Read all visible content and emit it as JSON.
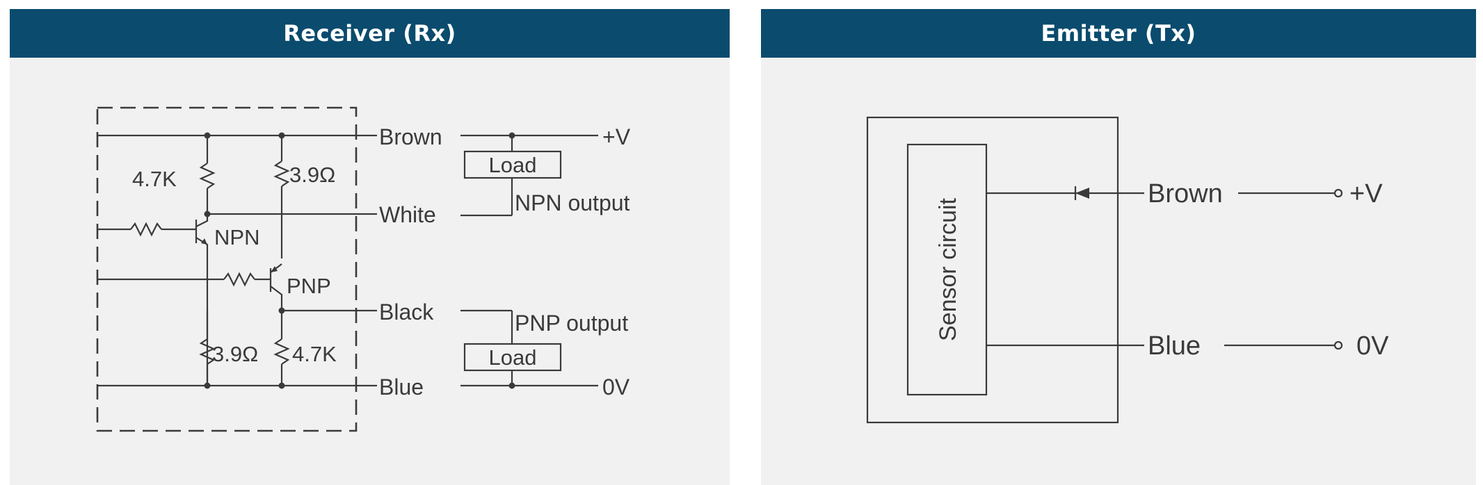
{
  "receiver": {
    "title": "Receiver (Rx)",
    "wires": {
      "brown": "Brown",
      "white": "White",
      "black": "Black",
      "blue": "Blue"
    },
    "supply": {
      "pos": "+V",
      "neg": "0V"
    },
    "components": {
      "r_npn_base": "4.7K",
      "r_npn_collector": "3.9Ω",
      "r_pnp_base": "3.9Ω",
      "r_pnp_collector": "4.7K",
      "transistor_npn": "NPN",
      "transistor_pnp": "PNP"
    },
    "loads": {
      "npn": "Load",
      "pnp": "Load"
    },
    "outputs": {
      "npn": "NPN output",
      "pnp": "PNP output"
    }
  },
  "emitter": {
    "title": "Emitter (Tx)",
    "block": "Sensor circuit",
    "wires": {
      "brown": "Brown",
      "blue": "Blue"
    },
    "supply": {
      "pos": "+V",
      "neg": "0V"
    }
  }
}
